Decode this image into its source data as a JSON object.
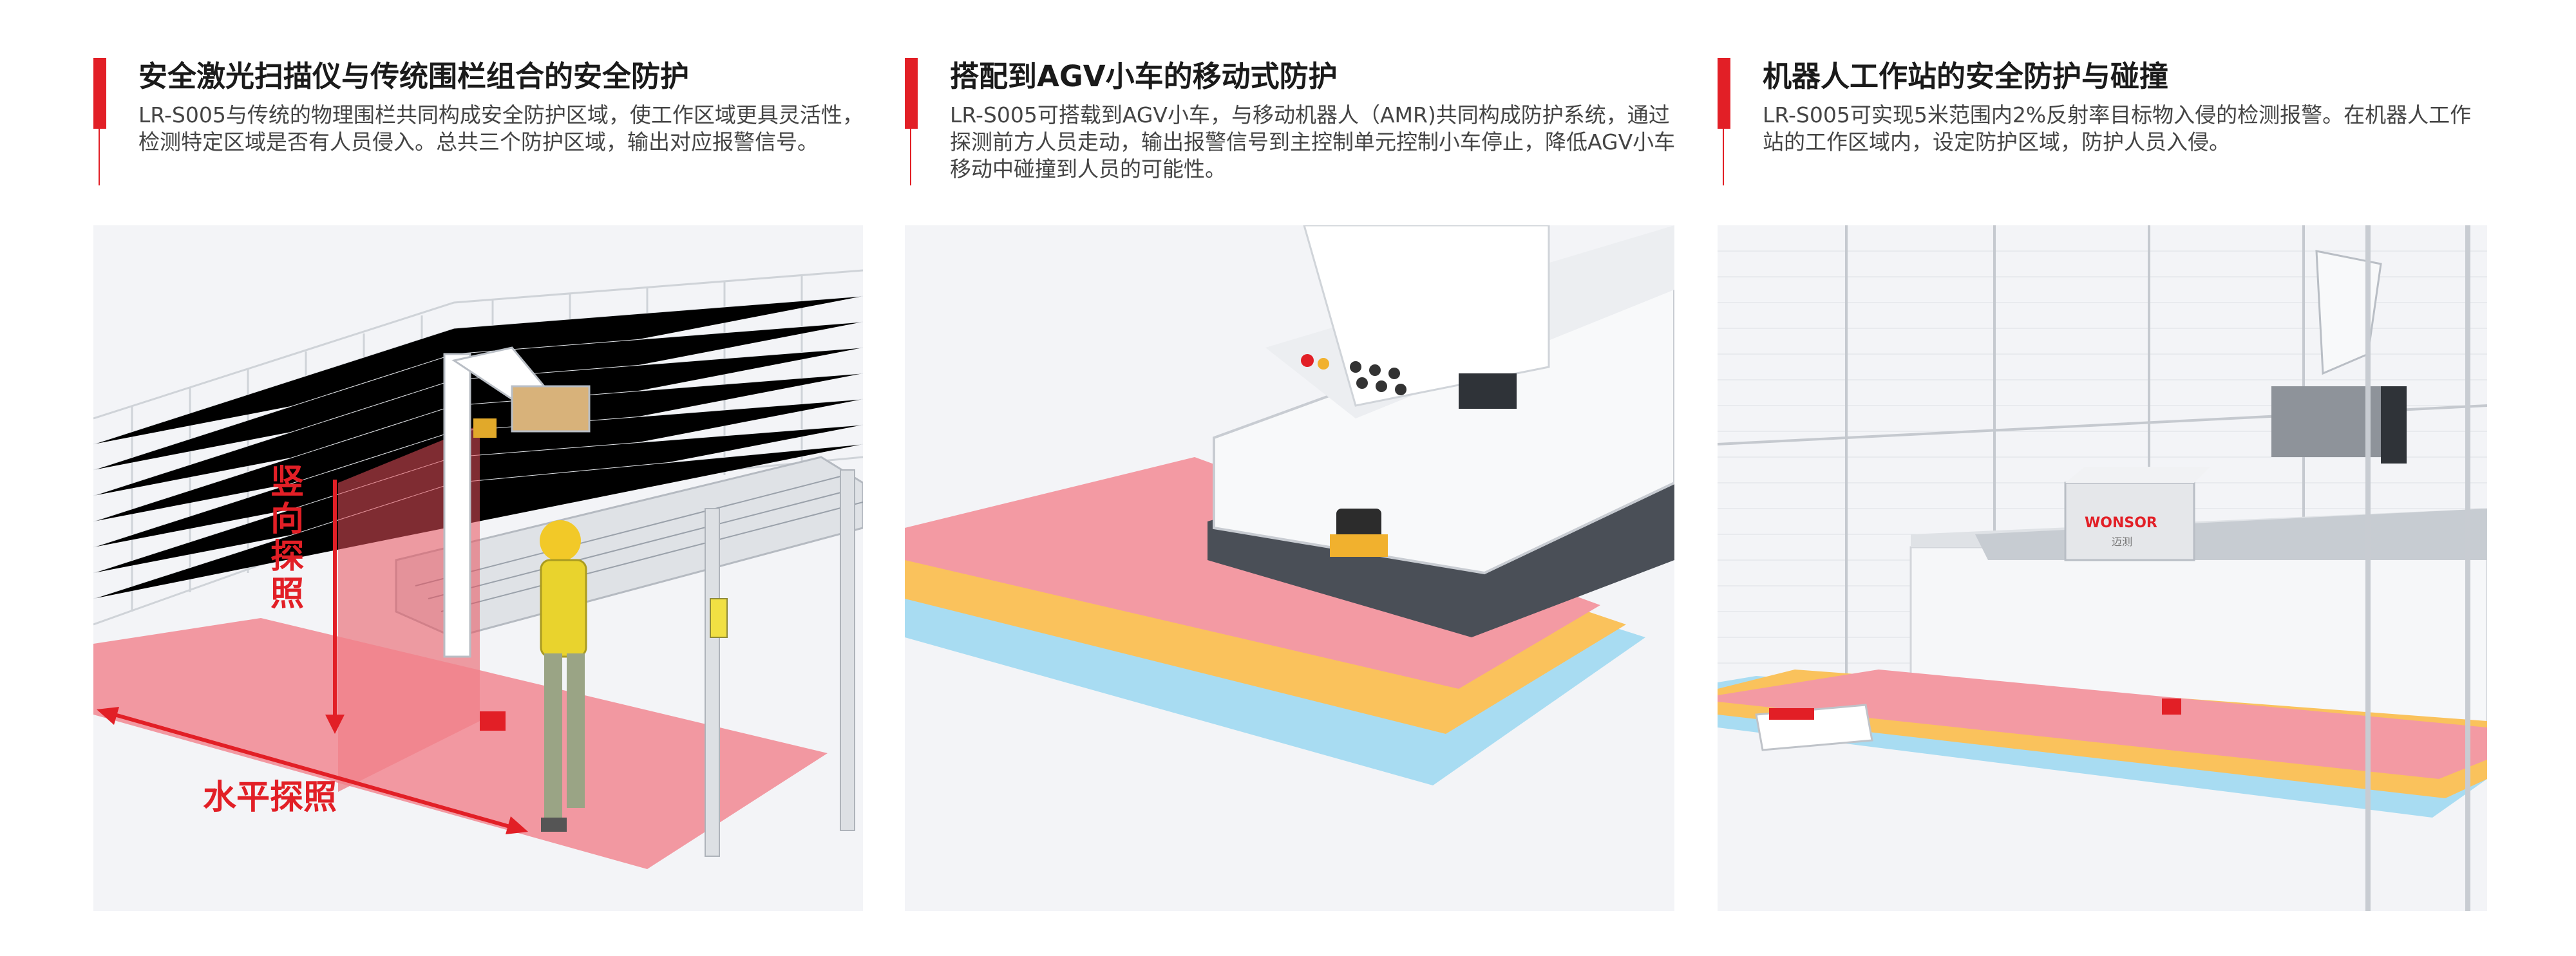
{
  "sections": [
    {
      "title": "安全激光扫描仪与传统围栏组合的安全防护",
      "desc": "LR-S005与传统的物理围栏共同构成安全防护区域，使工作区域更具灵活性，检测特定区域是否有人员侵入。总共三个防护区域，输出对应报警信号。",
      "labels": {
        "vertical": "竖向探照",
        "horizontal": "水平探照"
      }
    },
    {
      "title": "搭配到AGV小车的移动式防护",
      "desc": "LR-S005可搭载到AGV小车，与移动机器人（AMR)共同构成防护系统，通过探测前方人员走动，输出报警信号到主控制单元控制小车停止，降低AGV小车移动中碰撞到人员的可能性。"
    },
    {
      "title": "机器人工作站的安全防护与碰撞",
      "desc": "LR-S005可实现5米范围内2%反射率目标物入侵的检测报警。在机器人工作站的工作区域内，设定防护区域，防护人员入侵。",
      "brand_box": "WONSOR",
      "brand_sub": "迈测"
    }
  ],
  "colors": {
    "accent": "#e21f26",
    "zone_red": "#f39aa3",
    "zone_yellow": "#fac25c",
    "zone_blue": "#a8dcf2",
    "panel_bg": "#f3f4f7"
  }
}
